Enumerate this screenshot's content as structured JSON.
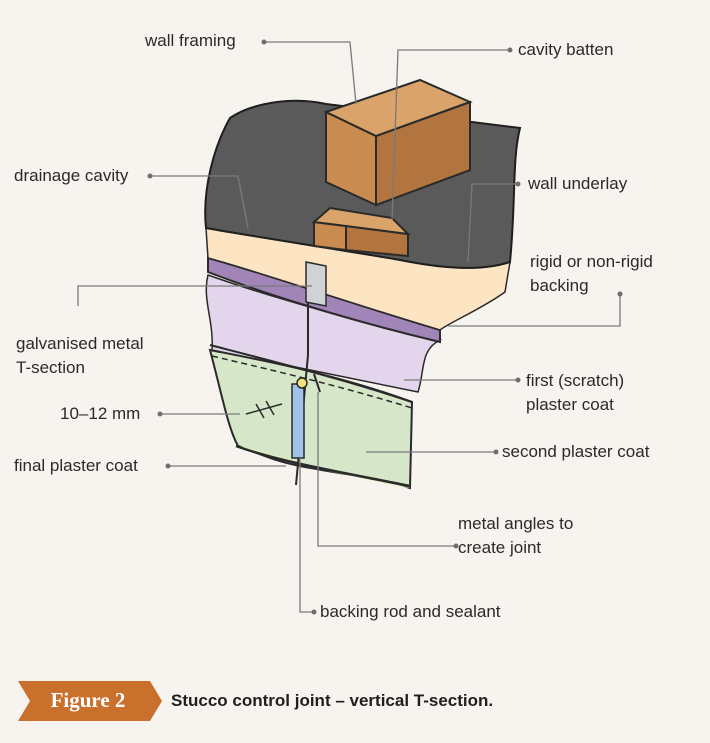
{
  "labels": {
    "wall_framing": "wall framing",
    "cavity_batten": "cavity batten",
    "drainage_cavity": "drainage cavity",
    "wall_underlay": "wall underlay",
    "rigid_backing_line1": "rigid or non-rigid",
    "rigid_backing_line2": "backing",
    "galvanised_line1": "galvanised metal",
    "galvanised_line2": "T-section",
    "first_coat_line1": "first (scratch)",
    "first_coat_line2": "plaster coat",
    "gap": "10–12 mm",
    "final_coat": "final plaster coat",
    "second_coat": "second plaster coat",
    "angles_line1": "metal angles to",
    "angles_line2": "create joint",
    "backing_rod": "backing rod and sealant"
  },
  "figure": {
    "badge": "Figure 2",
    "caption": "Stucco control joint – vertical T-section."
  },
  "colors": {
    "background": "#f7f4ef",
    "badge": "#c8702c",
    "timber": "#c98b4f",
    "drainage_cavity": "#5a5a5a",
    "rigid_backing": "#fde5c4",
    "membrane": "#a184b8",
    "first_coat": "#e2d5ec",
    "second_coat": "#d6e7c9",
    "final_coat": "#e2edbe",
    "sealant": "#9ec3e6"
  }
}
